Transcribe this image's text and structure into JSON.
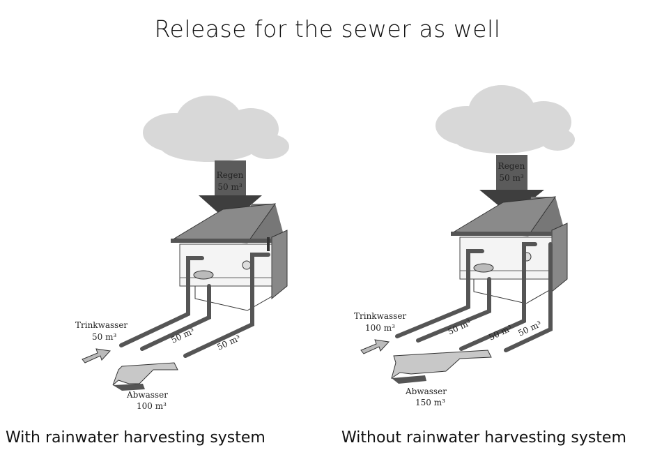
{
  "title": "Release for the sewer as well",
  "panels": [
    {
      "caption": "With rainwater harvesting system",
      "rain_label": "Regen",
      "rain_amount": "50 m³",
      "drink_label": "Trinkwasser",
      "drink_amount": "50 m³",
      "pipe_labels": [
        "50 m³",
        "50 m³"
      ],
      "waste_label": "Abwasser",
      "waste_amount": "100 m³"
    },
    {
      "caption": "Without rainwater harvesting system",
      "rain_label": "Regen",
      "rain_amount": "50 m³",
      "drink_label": "Trinkwasser",
      "drink_amount": "100 m³",
      "pipe_labels": [
        "50 m³",
        "50 m³",
        "50 m³"
      ],
      "waste_label": "Abwasser",
      "waste_amount": "150 m³"
    }
  ]
}
